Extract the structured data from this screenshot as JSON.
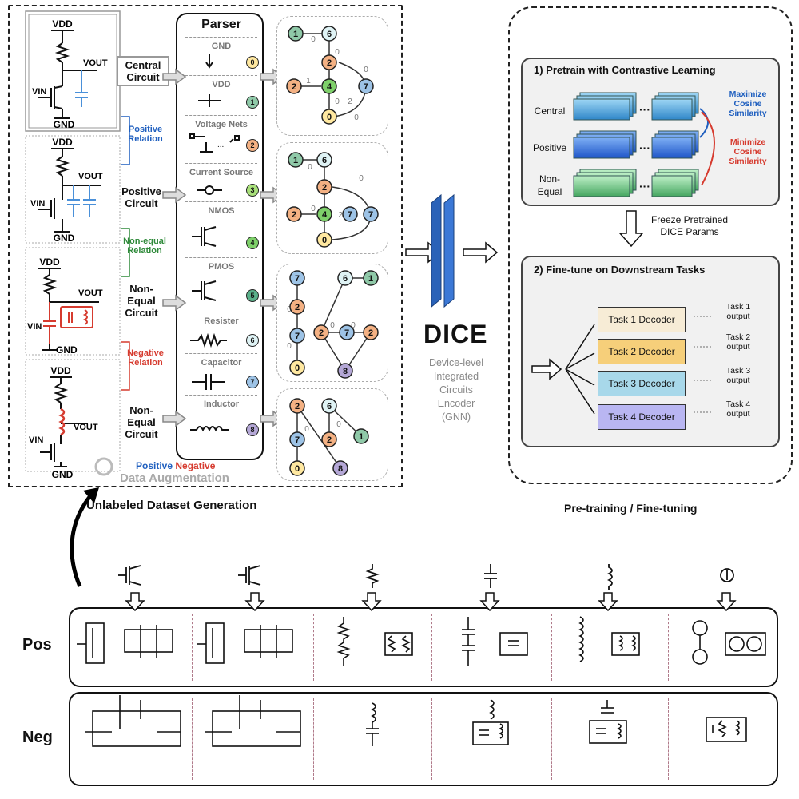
{
  "left_panel": {
    "central_label": "Central Circuit",
    "positive_circuit_label": "Positive Circuit",
    "nonequal_circuit_label_1": "Non-Equal Circuit",
    "nonequal_circuit_label_2": "Non-Equal Circuit",
    "positive_relation": "Positive Relation",
    "nonequal_relation": "Non-equal Relation",
    "negative_relation": "Negative Relation",
    "data_aug_positive": "Positive",
    "data_aug_negative": "Negative",
    "data_aug_title": "Data Augmentation",
    "caption": "Unlabeled Dataset Generation",
    "vdd": "VDD",
    "gnd": "GND",
    "vout": "VOUT",
    "vin": "VIN"
  },
  "parser": {
    "title": "Parser",
    "items": [
      {
        "label": "GND",
        "index": "0",
        "color": "#ffe8a0"
      },
      {
        "label": "VDD",
        "index": "1",
        "color": "#8fc9a8"
      },
      {
        "label": "Voltage Nets",
        "index": "2",
        "color": "#f4b183"
      },
      {
        "label": "Current Source",
        "index": "3",
        "color": "#a8e07a"
      },
      {
        "label": "NMOS",
        "index": "4",
        "color": "#7ed06a"
      },
      {
        "label": "PMOS",
        "index": "5",
        "color": "#5ab08a"
      },
      {
        "label": "Resister",
        "index": "6",
        "color": "#dff3f5"
      },
      {
        "label": "Capacitor",
        "index": "7",
        "color": "#9dc3e6"
      },
      {
        "label": "Inductor",
        "index": "8",
        "color": "#b4a7d6"
      }
    ]
  },
  "dice": {
    "name": "DICE",
    "desc_1": "Device-level",
    "desc_2": "Integrated",
    "desc_3": "Circuits",
    "desc_4": "Encoder",
    "desc_5": "(GNN)"
  },
  "right_panel": {
    "pretrain_title": "1) Pretrain with Contrastive Learning",
    "row_central": "Central",
    "row_positive": "Positive",
    "row_nonequal_1": "Non-",
    "row_nonequal_2": "Equal",
    "maximize": "Maximize Cosine Similarity",
    "minimize": "Minimize Cosine Similarity",
    "freeze": "Freeze Pretrained DICE Params",
    "finetune_title": "2) Fine-tune on Downstream Tasks",
    "tasks": [
      {
        "decoder": "Task 1 Decoder",
        "output": "Task 1 output",
        "color": "#f7ecd6"
      },
      {
        "decoder": "Task 2 Decoder",
        "output": "Task 2 output",
        "color": "#f6cf7a"
      },
      {
        "decoder": "Task 3 Decoder",
        "output": "Task 3 output",
        "color": "#a8d8ea"
      },
      {
        "decoder": "Task 4 Decoder",
        "output": "Task 4 output",
        "color": "#b9b6f2"
      }
    ],
    "caption": "Pre-training / Fine-tuning"
  },
  "bottom": {
    "pos_label": "Pos",
    "neg_label": "Neg"
  },
  "colors": {
    "positive_blue": "#1f5fbf",
    "nonequal_green": "#2f8a3a",
    "negative_red": "#d63b2f"
  }
}
